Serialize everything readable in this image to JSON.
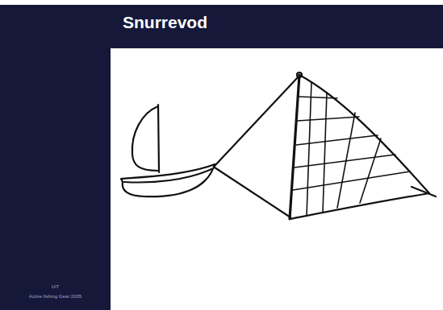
{
  "diagram": {
    "title": "Snurrevod",
    "labels": [
      "UiT",
      "Active fishing Gear 2005"
    ]
  }
}
